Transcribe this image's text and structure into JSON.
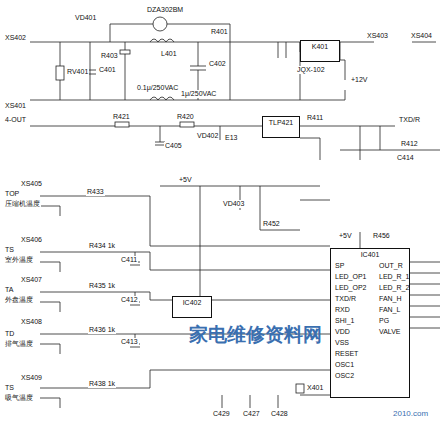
{
  "diagram": {
    "nodes": [
      {
        "text": [
          "IC401"
        ]
      },
      {
        "text": [
          "K401"
        ]
      },
      {
        "text": [
          "TLP421"
        ]
      },
      {
        "text": [
          "IC402"
        ]
      }
    ],
    "labels": [
      "XS402",
      "XS401",
      "RV401",
      "VD401",
      "C401",
      "R403",
      "DZA302BM",
      "L401",
      "0.1μ/250VAC",
      "C402",
      "1μ/250VAC",
      "R401",
      "JQX-102",
      "+12V",
      "XS403",
      "XS404",
      "R421",
      "R420",
      "VD402",
      "C405",
      "E13",
      "R411",
      "TXD/R",
      "R412",
      "C414",
      "4-OUT",
      "TOP",
      "压缩机温度",
      "XS405",
      "R433",
      "TS",
      "室外温度",
      "XS406",
      "R434 1k",
      "C411",
      "TA",
      "外盘温度",
      "XS407",
      "R435 1k",
      "C412",
      "TD",
      "排气温度",
      "XS408",
      "R436 1k",
      "C413",
      "TS",
      "吸气温度",
      "XS409",
      "R438 1k",
      "+5V",
      "VD403",
      "R452",
      "R456",
      "+5V",
      "X401",
      "C427",
      "C428",
      "C429",
      "SP",
      "LED_OP1",
      "LED_OP2",
      "TXD/R",
      "RXD",
      "SHI_1",
      "VDD",
      "VSS",
      "RESET",
      "OSC1",
      "OSC2",
      "OUT_R",
      "LED_R_1",
      "LED_R_2",
      "FAN_H",
      "FAN_L",
      "PG",
      "VALVE",
      "家电维修资料网",
      "2010.com"
    ]
  }
}
